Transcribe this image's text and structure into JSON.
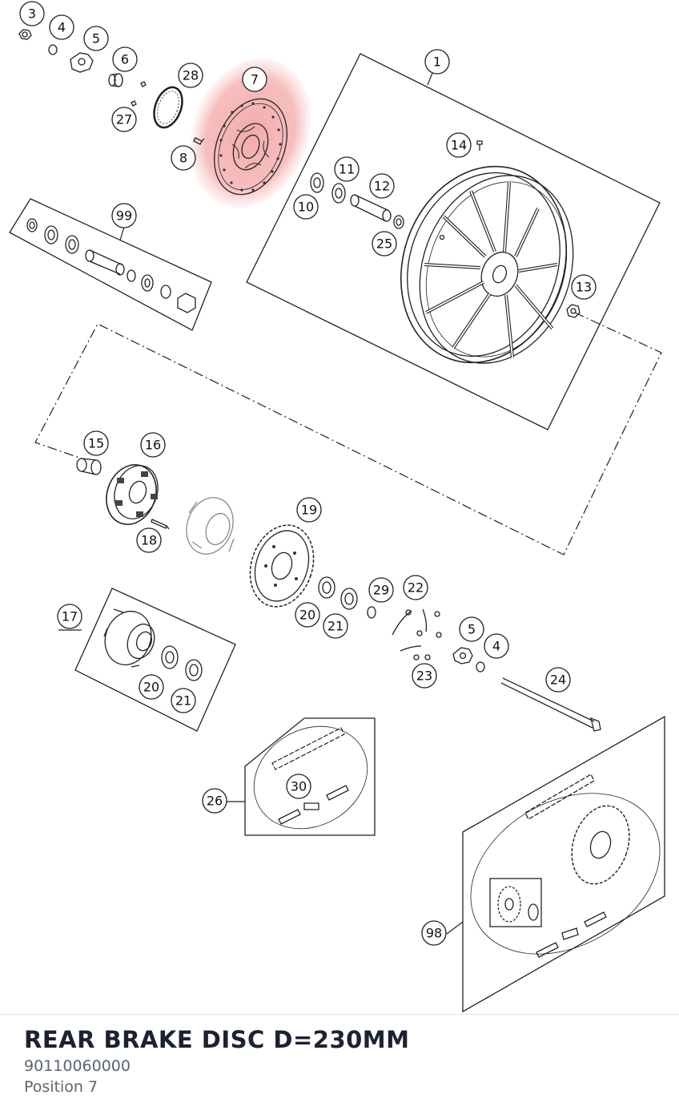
{
  "part": {
    "title": "REAR BRAKE DISC D=230MM",
    "part_number": "90110060000",
    "position_label": "Position 7"
  },
  "highlight_color": "#f2a3a3",
  "callouts": {
    "c1": "1",
    "c3": "3",
    "c4a": "4",
    "c4b": "4",
    "c5a": "5",
    "c5b": "5",
    "c6": "6",
    "c7": "7",
    "c8": "8",
    "c10": "10",
    "c11": "11",
    "c12": "12",
    "c13": "13",
    "c14": "14",
    "c15": "15",
    "c16": "16",
    "c17": "17",
    "c18": "18",
    "c19": "19",
    "c20a": "20",
    "c20b": "20",
    "c21a": "21",
    "c21b": "21",
    "c22": "22",
    "c23": "23",
    "c24": "24",
    "c25": "25",
    "c26": "26",
    "c27": "27",
    "c28": "28",
    "c29": "29",
    "c30": "30",
    "c98": "98",
    "c99": "99"
  }
}
